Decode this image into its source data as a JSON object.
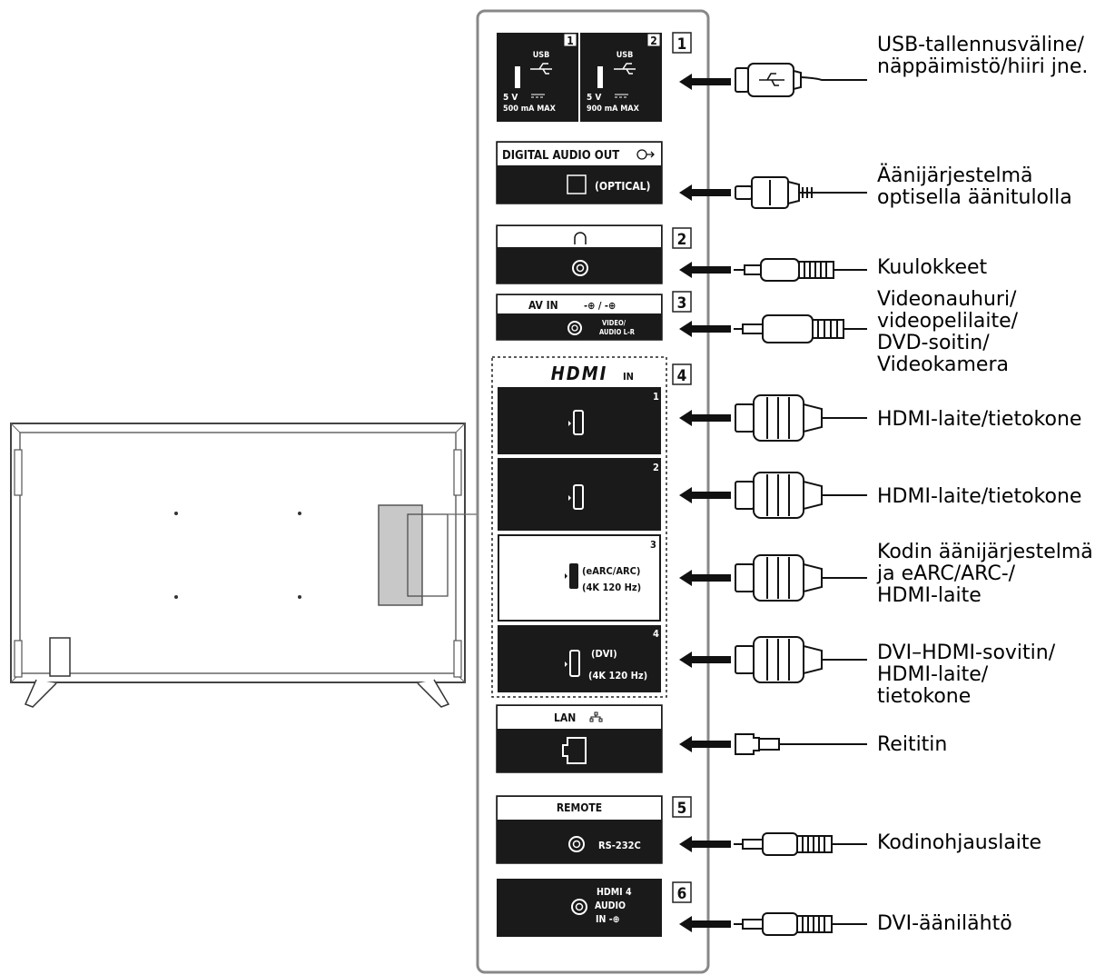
{
  "ports": {
    "usb": {
      "num": "1",
      "sub1": "1",
      "sub2": "2",
      "usb_text": "USB",
      "volt": "5 V",
      "current1": "500 mA MAX",
      "current2": "900 mA MAX"
    },
    "digital_audio": {
      "title": "DIGITAL AUDIO OUT",
      "sub": "(OPTICAL)"
    },
    "headphone": {
      "num": "2",
      "icon": "headphone-icon"
    },
    "av_in": {
      "num": "3",
      "title": "AV IN",
      "title_symbol": "-⊕ / -⊕",
      "sub1": "VIDEO/",
      "sub2": "AUDIO L-R"
    },
    "hdmi": {
      "num": "4",
      "logo": "HDMI",
      "in": "IN",
      "ports": [
        {
          "sub": "1",
          "label1": "",
          "label2": ""
        },
        {
          "sub": "2",
          "label1": "",
          "label2": ""
        },
        {
          "sub": "3",
          "label1": "(eARC/ARC)",
          "label2": "(4K 120 Hz)"
        },
        {
          "sub": "4",
          "label1": "(DVI)",
          "label2": "(4K 120 Hz)"
        }
      ]
    },
    "lan": {
      "title": "LAN"
    },
    "remote": {
      "num": "5",
      "title": "REMOTE",
      "sub": "RS-232C"
    },
    "hdmi_audio": {
      "num": "6",
      "line1": "HDMI 4",
      "line2": "AUDIO",
      "line3": "IN -⊕"
    }
  },
  "labels": {
    "usb": [
      "USB-tallennusväline/",
      "näppäimistö/hiiri jne."
    ],
    "optical": [
      "Äänijärjestelmä",
      "optisella äänitulolla"
    ],
    "headphone": [
      "Kuulokkeet"
    ],
    "av": [
      "Videonauhuri/",
      "videopelilaite/",
      "DVD-soitin/",
      "Videokamera"
    ],
    "hdmi1": [
      "HDMI-laite/tietokone"
    ],
    "hdmi2": [
      "HDMI-laite/tietokone"
    ],
    "hdmi3": [
      "Kodin äänijärjestelmä",
      "ja eARC/ARC-/",
      "HDMI-laite"
    ],
    "hdmi4": [
      "DVI–HDMI-sovitin/",
      "HDMI-laite/",
      "tietokone"
    ],
    "lan": [
      "Reititin"
    ],
    "remote": [
      "Kodinohjauslaite"
    ],
    "dvi_audio": [
      "DVI-äänilähtö"
    ]
  },
  "colors": {
    "port_bg": "#1a1a1a",
    "panel_border": "#888888",
    "tv_highlight": "#c8c8c8"
  }
}
